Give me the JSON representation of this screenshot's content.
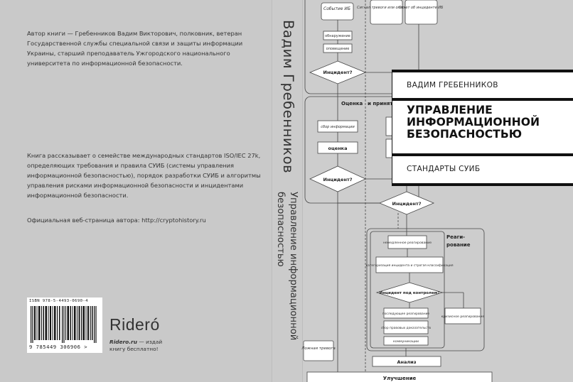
{
  "back_cover": {
    "author_bio": "Автор книги — Гребенников Вадим Викторович, полковник, ветеран Государственной службы специальной связи и защиты информации Украины, старший преподаватель Ужгородского национального университета по информационной безопасности.",
    "description": "Книга рассказывает о семействе международных стандартов ISO/IEC 27k, определяющих требования и правила СУИБ (системы управления информационной безопасностью), порядок разработки СУИБ и алгоритмы управления рисками информационной безопасности и инцидентами информационной безопасности.",
    "website_line": "Официальная веб-страница автора: http://cryptohistory.ru",
    "isbn_top": "ISBN 978-5-4493-0690-4",
    "isbn_digits": "9 785449 306906 >",
    "ridero_logo": "Rideró",
    "ridero_site": "Ridero.ru",
    "ridero_tagline": " — издай книгу бесплатно!"
  },
  "spine": {
    "author": "Вадим Гребенников",
    "title": "Управление информационной безопасностью"
  },
  "front_cover": {
    "author": "ВАДИМ ГРЕБЕННИКОВ",
    "title": "УПРАВЛЕНИЕ ИНФОРМАЦИОННОЙ БЕЗОПАСНОСТЬЮ",
    "subtitle": "СТАНДАРТЫ СУИБ"
  },
  "flowchart": {
    "nodes": {
      "event": "Событие ИБ",
      "signal": "Сигнал тревоги или опасности",
      "report": "Отчет об инциденте ИБ",
      "detection": "обнаружение",
      "notification": "оповещение",
      "incident_q1": "Инцидент?",
      "assessment_section": "Оценка",
      "decision_section": "и принятие решения",
      "collect_info": "сбор информации",
      "assessment": "оценка",
      "incident_q2": "Инцидент?",
      "incident_q3": "Инцидент?",
      "immediate_response": "немедленное реагирование",
      "categorization": "категоризация инцидента и строгая классификация",
      "response_section": "Реаги-рование",
      "under_control": "Инцидент под контролем?",
      "subsequent_response": "последующее реагирование",
      "crisis_response": "кризисное реагирование",
      "collect_evidence": "сбор правовых доказательств",
      "communication": "коммуникации",
      "false_alarm": "Ложная тревога",
      "analysis": "Анализ",
      "improvement": "Улучшение"
    }
  }
}
